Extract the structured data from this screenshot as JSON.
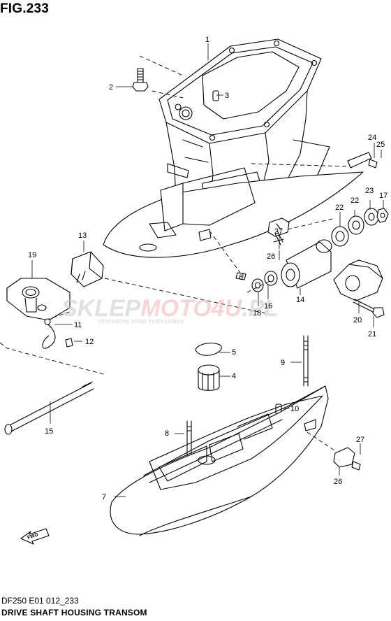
{
  "figure": {
    "title": "FIG.233"
  },
  "watermark": {
    "brand_main": "SKLEP",
    "brand_accent": "MOTO",
    "brand_tail": "4U",
    "brand_domain": ".PL",
    "tagline": "internetowy sklep motocyklowy",
    "colors": {
      "grey": "#c9c9c9",
      "red": "#f2b3b3"
    }
  },
  "fwd_label": "FWD",
  "callouts": [
    "1",
    "2",
    "3",
    "4",
    "5",
    "6",
    "7",
    "8",
    "9",
    "10",
    "11",
    "12",
    "13",
    "14",
    "15",
    "16",
    "17",
    "18",
    "19",
    "20",
    "21",
    "22",
    "22",
    "23",
    "24",
    "25",
    "26",
    "26",
    "27",
    "27"
  ],
  "footer": {
    "code": "DF250 E01 012_233",
    "caption": "DRIVE SHAFT HOUSING TRANSOM"
  }
}
